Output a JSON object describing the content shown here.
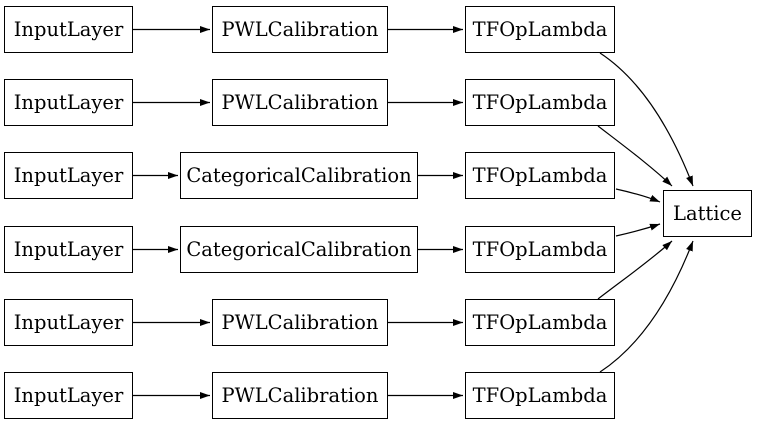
{
  "diagram": {
    "background_color": "#ffffff",
    "node_fill_color": "#ffffff",
    "node_border_color": "#000000",
    "edge_color": "#000000",
    "text_color": "#000000",
    "rows": [
      {
        "input": "InputLayer",
        "calibration": "PWLCalibration",
        "op": "TFOpLambda"
      },
      {
        "input": "InputLayer",
        "calibration": "PWLCalibration",
        "op": "TFOpLambda"
      },
      {
        "input": "InputLayer",
        "calibration": "CategoricalCalibration",
        "op": "TFOpLambda"
      },
      {
        "input": "InputLayer",
        "calibration": "CategoricalCalibration",
        "op": "TFOpLambda"
      },
      {
        "input": "InputLayer",
        "calibration": "PWLCalibration",
        "op": "TFOpLambda"
      },
      {
        "input": "InputLayer",
        "calibration": "PWLCalibration",
        "op": "TFOpLambda"
      }
    ],
    "output": {
      "label": "Lattice"
    },
    "edges": [
      {
        "from": "input_1",
        "to": "calibration_1"
      },
      {
        "from": "calibration_1",
        "to": "op_1"
      },
      {
        "from": "op_1",
        "to": "lattice"
      },
      {
        "from": "input_2",
        "to": "calibration_2"
      },
      {
        "from": "calibration_2",
        "to": "op_2"
      },
      {
        "from": "op_2",
        "to": "lattice"
      },
      {
        "from": "input_3",
        "to": "calibration_3"
      },
      {
        "from": "calibration_3",
        "to": "op_3"
      },
      {
        "from": "op_3",
        "to": "lattice"
      },
      {
        "from": "input_4",
        "to": "calibration_4"
      },
      {
        "from": "calibration_4",
        "to": "op_4"
      },
      {
        "from": "op_4",
        "to": "lattice"
      },
      {
        "from": "input_5",
        "to": "calibration_5"
      },
      {
        "from": "calibration_5",
        "to": "op_5"
      },
      {
        "from": "op_5",
        "to": "lattice"
      },
      {
        "from": "input_6",
        "to": "calibration_6"
      },
      {
        "from": "calibration_6",
        "to": "op_6"
      },
      {
        "from": "op_6",
        "to": "lattice"
      }
    ]
  }
}
